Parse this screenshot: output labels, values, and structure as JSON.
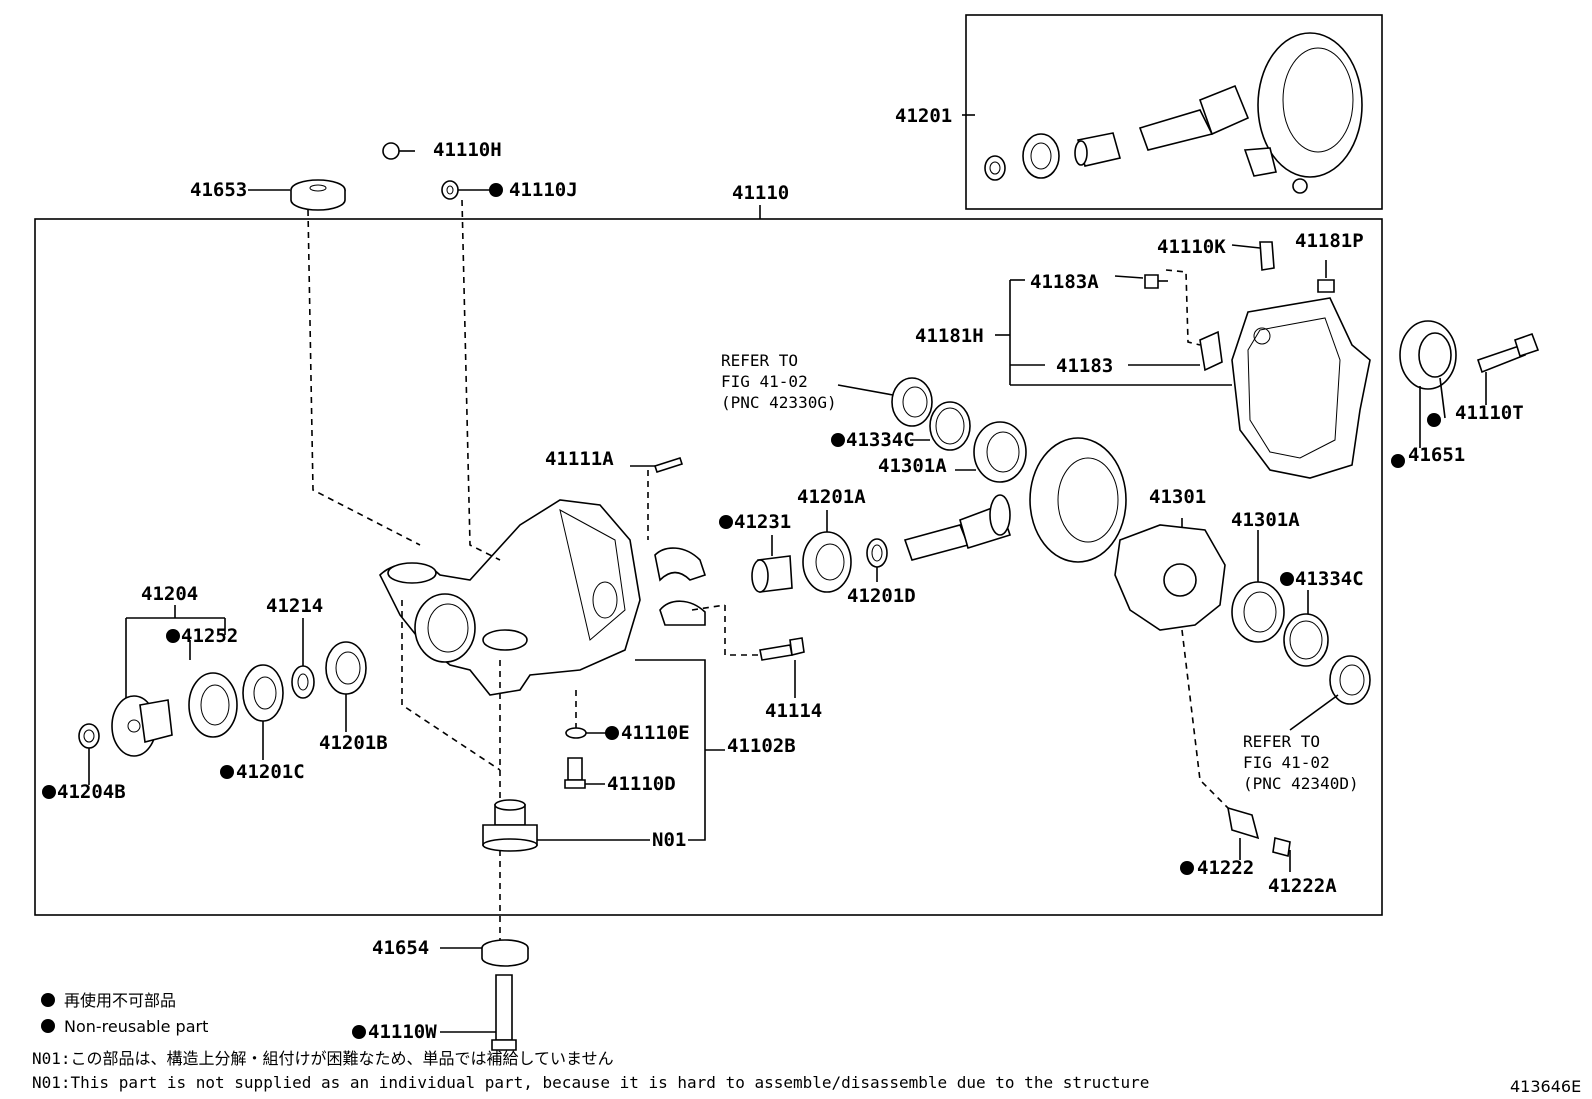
{
  "labels": {
    "p41201": "41201",
    "p41110H": "41110H",
    "p41653": "41653",
    "p41110J": "41110J",
    "p41110": "41110",
    "p41110K": "41110K",
    "p41181P": "41181P",
    "p41183A": "41183A",
    "p41181H": "41181H",
    "p41183": "41183",
    "p41110T": "41110T",
    "p41651": "41651",
    "p41334C_top": "41334C",
    "p41301A_top": "41301A",
    "p41111A": "41111A",
    "p41231": "41231",
    "p41201A": "41201A",
    "p41201D": "41201D",
    "p41301": "41301",
    "p41301A_right": "41301A",
    "p41334C_right": "41334C",
    "p41204": "41204",
    "p41252": "41252",
    "p41214": "41214",
    "p41201B": "41201B",
    "p41201C": "41201C",
    "p41204B": "41204B",
    "p41114": "41114",
    "p41110E": "41110E",
    "p41102B": "41102B",
    "p41110D": "41110D",
    "pN01": "N01",
    "p41222": "41222",
    "p41222A": "41222A",
    "p41654": "41654",
    "p41110W": "41110W"
  },
  "refer_top": [
    "REFER TO",
    "FIG 41-02",
    "(PNC 42330G)"
  ],
  "refer_bottom": [
    "REFER TO",
    "FIG 41-02",
    "(PNC 42340D)"
  ],
  "legend": {
    "jp": "再使用不可部品",
    "en": "Non-reusable part"
  },
  "notes": {
    "jp": "N01:この部品は、構造上分解・組付けが困難なため、単品では補給していません",
    "en": "N01:This part is not supplied as an individual part, because it is hard to assemble/disassemble due to the structure"
  },
  "figure_id": "413646E"
}
